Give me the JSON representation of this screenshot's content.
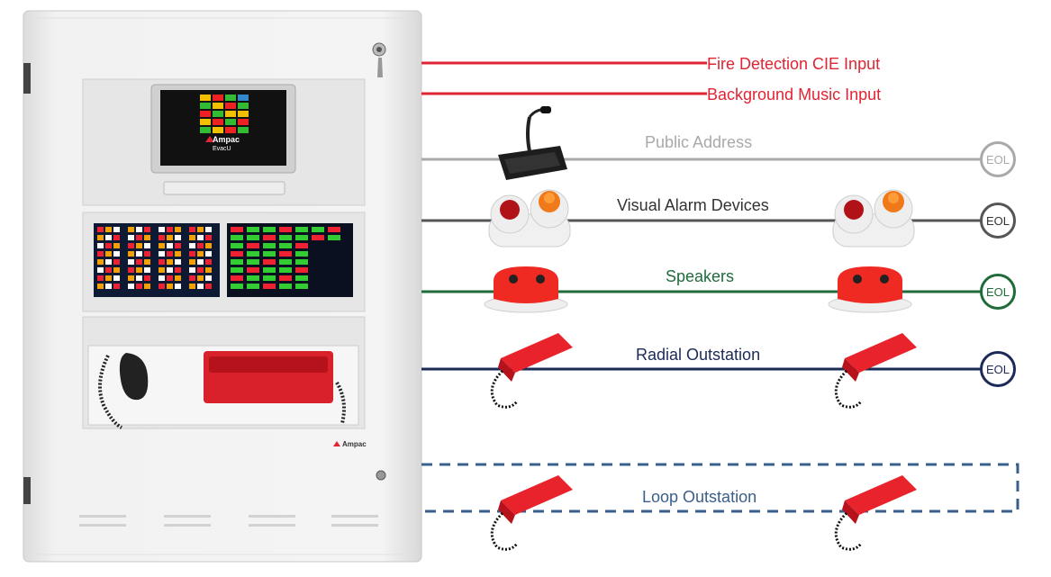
{
  "colors": {
    "fire": "#e02433",
    "public_address": "#a9a9a9",
    "visual_alarm": "#555555",
    "speakers": "#1f6b3a",
    "radial": "#1c2a57",
    "loop": "#3a5f8a"
  },
  "panel": {
    "brand": "Ampac",
    "screen_brand": "Ampac",
    "screen_product": "EvacU"
  },
  "circuits": {
    "fire_detection": {
      "label": "Fire Detection CIE Input"
    },
    "background_music": {
      "label": "Background Music Input"
    },
    "public_address": {
      "label": "Public Address",
      "eol": "EOL"
    },
    "visual_alarm": {
      "label": "Visual Alarm Devices",
      "eol": "EOL"
    },
    "speakers": {
      "label": "Speakers",
      "eol": "EOL"
    },
    "radial": {
      "label": "Radial Outstation",
      "eol": "EOL"
    },
    "loop": {
      "label": "Loop Outstation"
    }
  },
  "icons": [
    "cabinet-icon",
    "microphone-icon",
    "strobe-sounder-icon",
    "ceiling-speaker-icon",
    "handset-icon",
    "key-icon"
  ]
}
